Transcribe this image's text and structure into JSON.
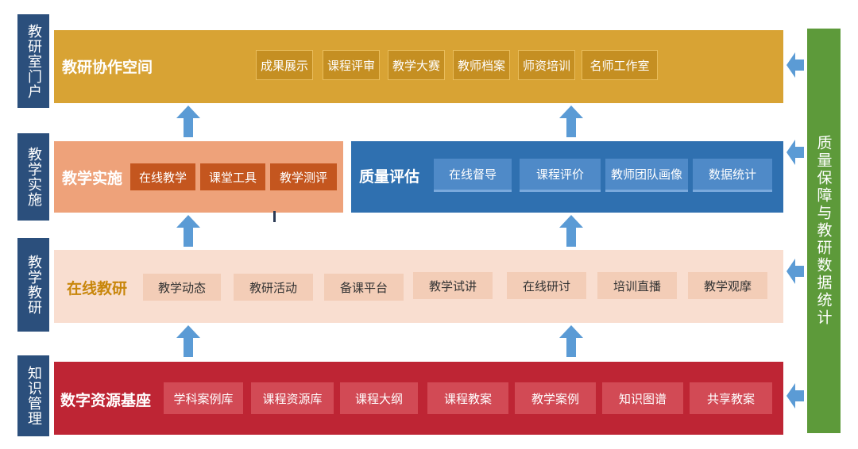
{
  "left_labels": {
    "portal": "教研室门户",
    "implementation": "教学实施",
    "research": "教学教研",
    "knowledge": "知识管理"
  },
  "right_panel": {
    "label": "质量保障与教研数据统计"
  },
  "portal": {
    "title": "教研协作空间",
    "items": [
      "成果展示",
      "课程评审",
      "教学大赛",
      "教师档案",
      "师资培训",
      "名师工作室"
    ]
  },
  "implementation": {
    "title": "教学实施",
    "items": [
      "在线教学",
      "课堂工具",
      "教学测评"
    ]
  },
  "quality": {
    "title": "质量评估",
    "items": [
      "在线督导",
      "课程评价",
      "教师团队画像",
      "数据统计"
    ]
  },
  "online_research": {
    "title": "在线教研",
    "items": [
      "教学动态",
      "教研活动",
      "备课平台",
      "教学试讲",
      "在线研讨",
      "培训直播",
      "教学观摩"
    ]
  },
  "resources": {
    "title": "数字资源基座",
    "items": [
      "学科案例库",
      "课程资源库",
      "课程大纲",
      "课程教案",
      "教学案例",
      "知识图谱",
      "共享教案"
    ]
  },
  "colors": {
    "navy": "#2b4f7c",
    "green": "#5d9a3a",
    "gold": "#d8a334",
    "orange": "#eea27a",
    "blue": "#2f70b0",
    "peach": "#f9ded0",
    "red": "#be2534",
    "arrow": "#5b9bd5"
  }
}
